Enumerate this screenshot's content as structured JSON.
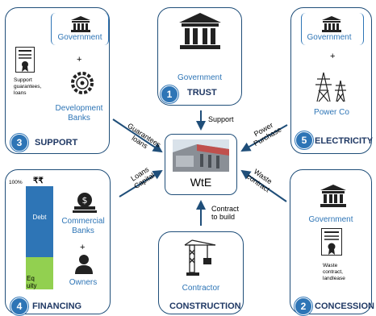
{
  "center": {
    "label": "WtE"
  },
  "trust": {
    "number": "1",
    "title": "TRUST",
    "entity": "Government"
  },
  "concession": {
    "number": "2",
    "title": "CONCESSION",
    "entity": "Government",
    "doc_text": "Waste contract, landlease"
  },
  "support": {
    "number": "3",
    "title": "SUPPORT",
    "entity": "Government",
    "plus": "+",
    "entity2": "Development Banks",
    "doc_text": "Support guarantees, loans"
  },
  "financing": {
    "number": "4",
    "title": "FINANCING",
    "pct": "100%",
    "currency": "₹₹",
    "debt": "Debt",
    "equity": "Equity",
    "entity": "Commercial Banks",
    "plus": "+",
    "entity2": "Owners"
  },
  "electricity": {
    "number": "5",
    "title": "ELECTRICITY",
    "entity": "Government",
    "plus": "+",
    "entity2": "Power Co"
  },
  "construction": {
    "title": "CONSTRUCTION",
    "entity": "Contractor"
  },
  "arrows": {
    "support": "Support",
    "guarantees": "Guarantees loans",
    "loans_capital": "Loans Capital",
    "power_purchase": "Power Purchase",
    "waste_contract": "Waste contract",
    "contract_build": "Contract to build"
  },
  "colors": {
    "accent": "#2e75b6",
    "dark": "#1f3864",
    "debt": "#2e75b6",
    "equity": "#92d050"
  }
}
